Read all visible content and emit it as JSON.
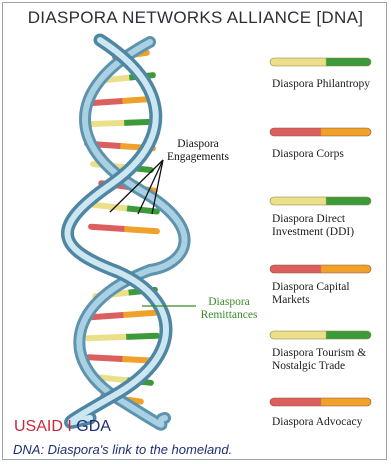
{
  "title": "DIASPORA NETWORKS ALLIANCE [DNA]",
  "callouts": {
    "engagements": [
      "Diaspora",
      "Engagements"
    ],
    "remittances": [
      "Diaspora",
      "Remittances"
    ]
  },
  "legend": [
    {
      "lines": [
        "Diaspora Philantropy"
      ],
      "left": "yellow",
      "right": "green"
    },
    {
      "lines": [
        "Diaspora Corps"
      ],
      "left": "red",
      "right": "orange"
    },
    {
      "lines": [
        "Diaspora Direct",
        "Investment (DDI)"
      ],
      "left": "yellow",
      "right": "green"
    },
    {
      "lines": [
        "Diaspora Capital",
        "Markets"
      ],
      "left": "red",
      "right": "orange"
    },
    {
      "lines": [
        "Diaspora Tourism &",
        "Nostalgic Trade"
      ],
      "left": "yellow",
      "right": "green"
    },
    {
      "lines": [
        "Diaspora Advocacy"
      ],
      "left": "red",
      "right": "orange"
    }
  ],
  "brand": {
    "usaid": "USAID",
    "separator": "I",
    "gda": "GDA"
  },
  "caption": "DNA: Diaspora's link to the homeland.",
  "colors": {
    "yellow": "#ecdf8a",
    "green": "#3d9a3a",
    "red": "#dc5f5f",
    "orange": "#f0a12a",
    "strand": "#9fc8dc",
    "strand_dark": "#5e93ae",
    "remittance_text": "#3a8a2a"
  }
}
